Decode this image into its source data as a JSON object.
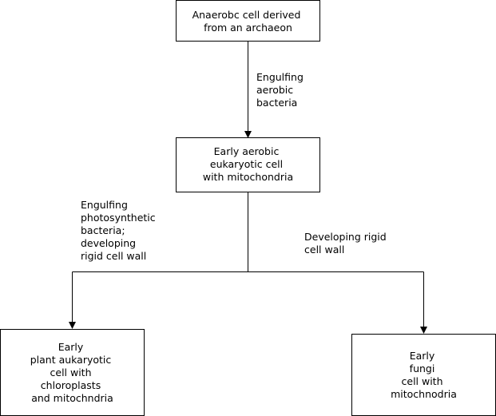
{
  "nodes": {
    "archaeon": {
      "lines": [
        "Anaerobc cell derived",
        "from an archaeon"
      ]
    },
    "aerobic": {
      "lines": [
        "Early aerobic",
        "eukaryotic cell",
        "with mitochondria"
      ]
    },
    "plant": {
      "lines": [
        "Early",
        "plant aukaryotic",
        "cell with",
        "chloroplasts",
        "and mitochndria"
      ]
    },
    "fungi": {
      "lines": [
        "Early",
        "fungi",
        "cell with",
        "mitochnodria"
      ]
    }
  },
  "edges": {
    "engulf_aerobic": {
      "lines": [
        "Engulfing",
        "aerobic",
        "bacteria"
      ]
    },
    "engulf_photo": {
      "lines": [
        "Engulfing",
        "photosynthetic",
        "bacteria;",
        "developing",
        "rigid cell wall"
      ]
    },
    "rigid_wall": {
      "lines": [
        "Developing rigid",
        "cell wall"
      ]
    }
  }
}
